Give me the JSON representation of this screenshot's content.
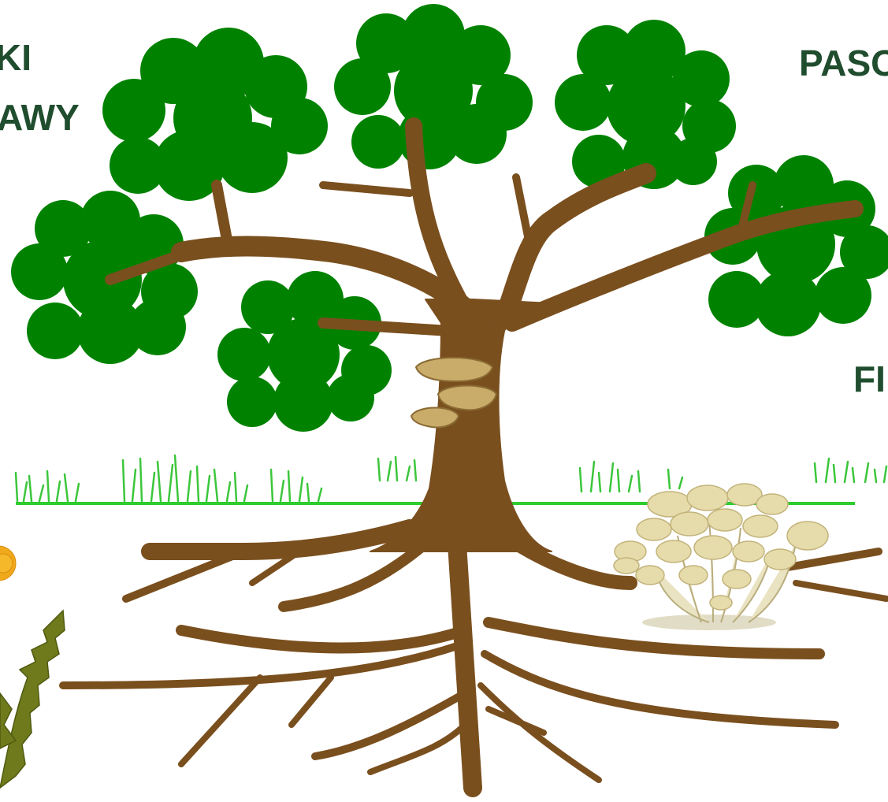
{
  "labels": {
    "top_left_line1": "KI",
    "top_left_line2": "AWY",
    "top_right": "PASO",
    "middle_right": "FI"
  },
  "colors": {
    "label_text": "#1f4d2e",
    "foliage": "#008200",
    "trunk": "#7a4f1e",
    "grass": "#3cc63c",
    "ground_line": "#2ecc2e",
    "bracket_fungus": "#c9ab6a",
    "mushroom_cap": "#e6dcab",
    "mushroom_stem": "#eae3c1",
    "dandelion_flower": "#f0a91a",
    "dandelion_leaf": "#6f7a1c"
  },
  "icons": {
    "tree": "tree-illustration",
    "bracket_fungus": "bracket-fungus-illustration",
    "mushroom_cluster": "mushroom-cluster-illustration",
    "dandelion": "dandelion-illustration",
    "grass": "grass-tufts"
  }
}
